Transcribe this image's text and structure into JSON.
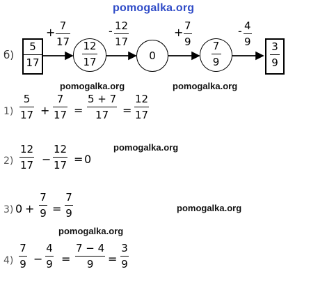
{
  "watermark": {
    "top": "pomogalka.org",
    "mid1": "pomogalka.org",
    "mid2": "pomogalka.org",
    "line2": "pomogalka.org",
    "line3a": "pomogalka.org",
    "line3b": "pomogalka.org"
  },
  "chain": {
    "part_label": "б)",
    "start": {
      "n": "5",
      "d": "17"
    },
    "op1": {
      "sign": "+",
      "n": "7",
      "d": "17"
    },
    "c1": {
      "n": "12",
      "d": "17"
    },
    "op2": {
      "sign": "-",
      "n": "12",
      "d": "17"
    },
    "c2": "0",
    "op3": {
      "sign": "+",
      "n": "7",
      "d": "9"
    },
    "c3": {
      "n": "7",
      "d": "9"
    },
    "op4": {
      "sign": "-",
      "n": "4",
      "d": "9"
    },
    "end": {
      "n": "3",
      "d": "9"
    }
  },
  "lines": [
    {
      "label": "1)",
      "f1": {
        "n": "5",
        "d": "17"
      },
      "op1": "+",
      "f2": {
        "n": "7",
        "d": "17"
      },
      "eq1": "=",
      "f3": {
        "n": "5 + 7",
        "d": "17"
      },
      "eq2": "=",
      "f4": {
        "n": "12",
        "d": "17"
      }
    },
    {
      "label": "2)",
      "f1": {
        "n": "12",
        "d": "17"
      },
      "op1": "−",
      "f2": {
        "n": "12",
        "d": "17"
      },
      "eq1": "=",
      "result": "0"
    },
    {
      "label": "3)",
      "lead": "0",
      "op1": "+",
      "f1": {
        "n": "7",
        "d": "9"
      },
      "eq1": "=",
      "f2": {
        "n": "7",
        "d": "9"
      }
    },
    {
      "label": "4)",
      "f1": {
        "n": "7",
        "d": "9"
      },
      "op1": "−",
      "f2": {
        "n": "4",
        "d": "9"
      },
      "eq1": "=",
      "f3": {
        "n": "7 − 4",
        "d": "9"
      },
      "eq2": "=",
      "f4": {
        "n": "3",
        "d": "9"
      }
    }
  ]
}
